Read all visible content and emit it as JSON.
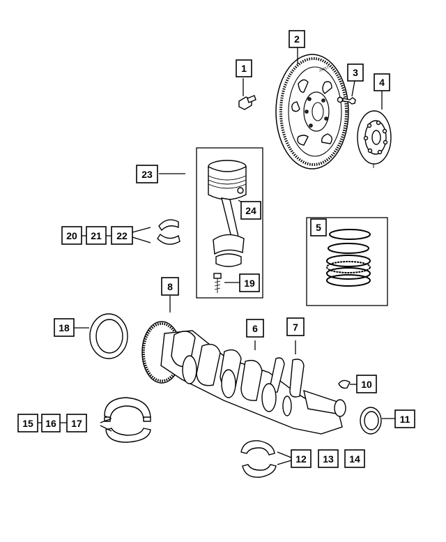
{
  "callouts": {
    "c1": "1",
    "c2": "2",
    "c3": "3",
    "c4": "4",
    "c5": "5",
    "c6": "6",
    "c7": "7",
    "c8": "8",
    "c10": "10",
    "c11": "11",
    "c12": "12",
    "c13": "13",
    "c14": "14",
    "c15": "15",
    "c16": "16",
    "c17": "17",
    "c18": "18",
    "c19": "19",
    "c20": "20",
    "c21": "21",
    "c22": "22",
    "c23": "23",
    "c24": "24"
  },
  "flywheel_stamp": "J8857"
}
